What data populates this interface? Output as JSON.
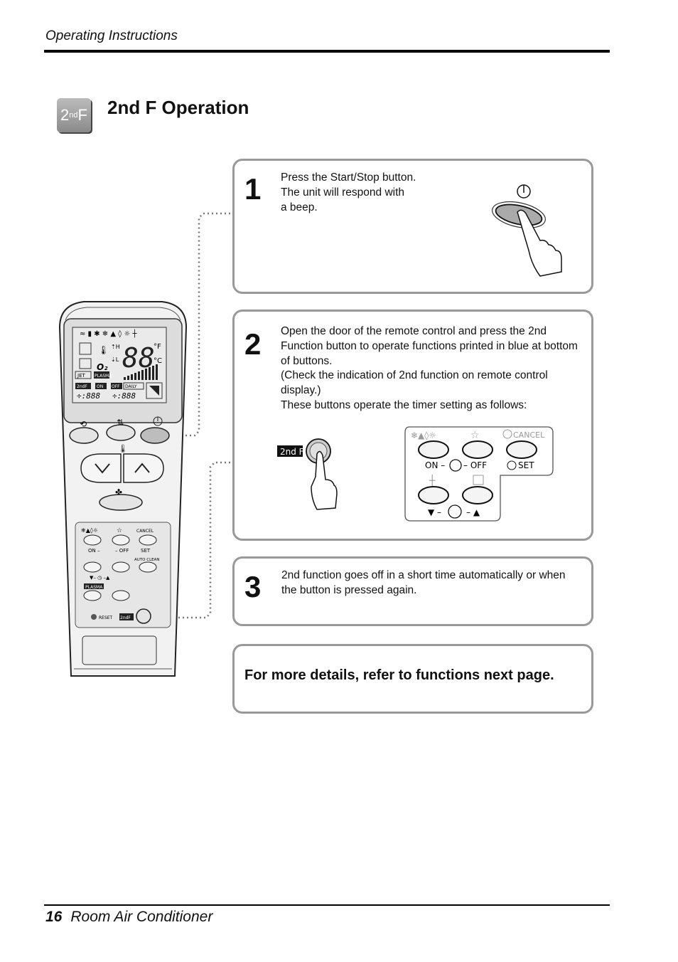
{
  "header": {
    "title": "Operating Instructions"
  },
  "section": {
    "icon_text": "2nd F",
    "title": "2nd F Operation"
  },
  "steps": [
    {
      "number": "1",
      "lines": [
        "Press the Start/Stop button.",
        "The unit will respond with",
        "a beep."
      ]
    },
    {
      "number": "2",
      "lines": [
        "Open the door of the remote control and press the 2nd",
        "Function button to operate functions printed in blue at bottom",
        "of buttons.",
        "(Check the indication of 2nd function on remote control",
        "display.)",
        "These buttons operate the timer setting as follows:"
      ]
    },
    {
      "number": "3",
      "lines": [
        "2nd function goes off in a short time automatically or when",
        "the button is pressed again."
      ]
    }
  ],
  "note": "For more details, refer to functions next page.",
  "panel": {
    "cancel": "CANCEL",
    "on_off": "ON –",
    "off": "– OFF",
    "set": "SET",
    "second_f": "2nd F"
  },
  "remote": {
    "jet": "JET",
    "plasma": "PLASMA",
    "on": "ON",
    "off": "OFF",
    "daily": "DAILY",
    "reset": "RESET",
    "auto_clean": "AUTO CLEAN",
    "cancel": "CANCEL",
    "set": "SET",
    "on_label": "ON –",
    "off_label": "– OFF",
    "second_f": "2nd F",
    "digits": "88"
  },
  "footer": {
    "page": "16",
    "title": "Room Air Conditioner"
  }
}
